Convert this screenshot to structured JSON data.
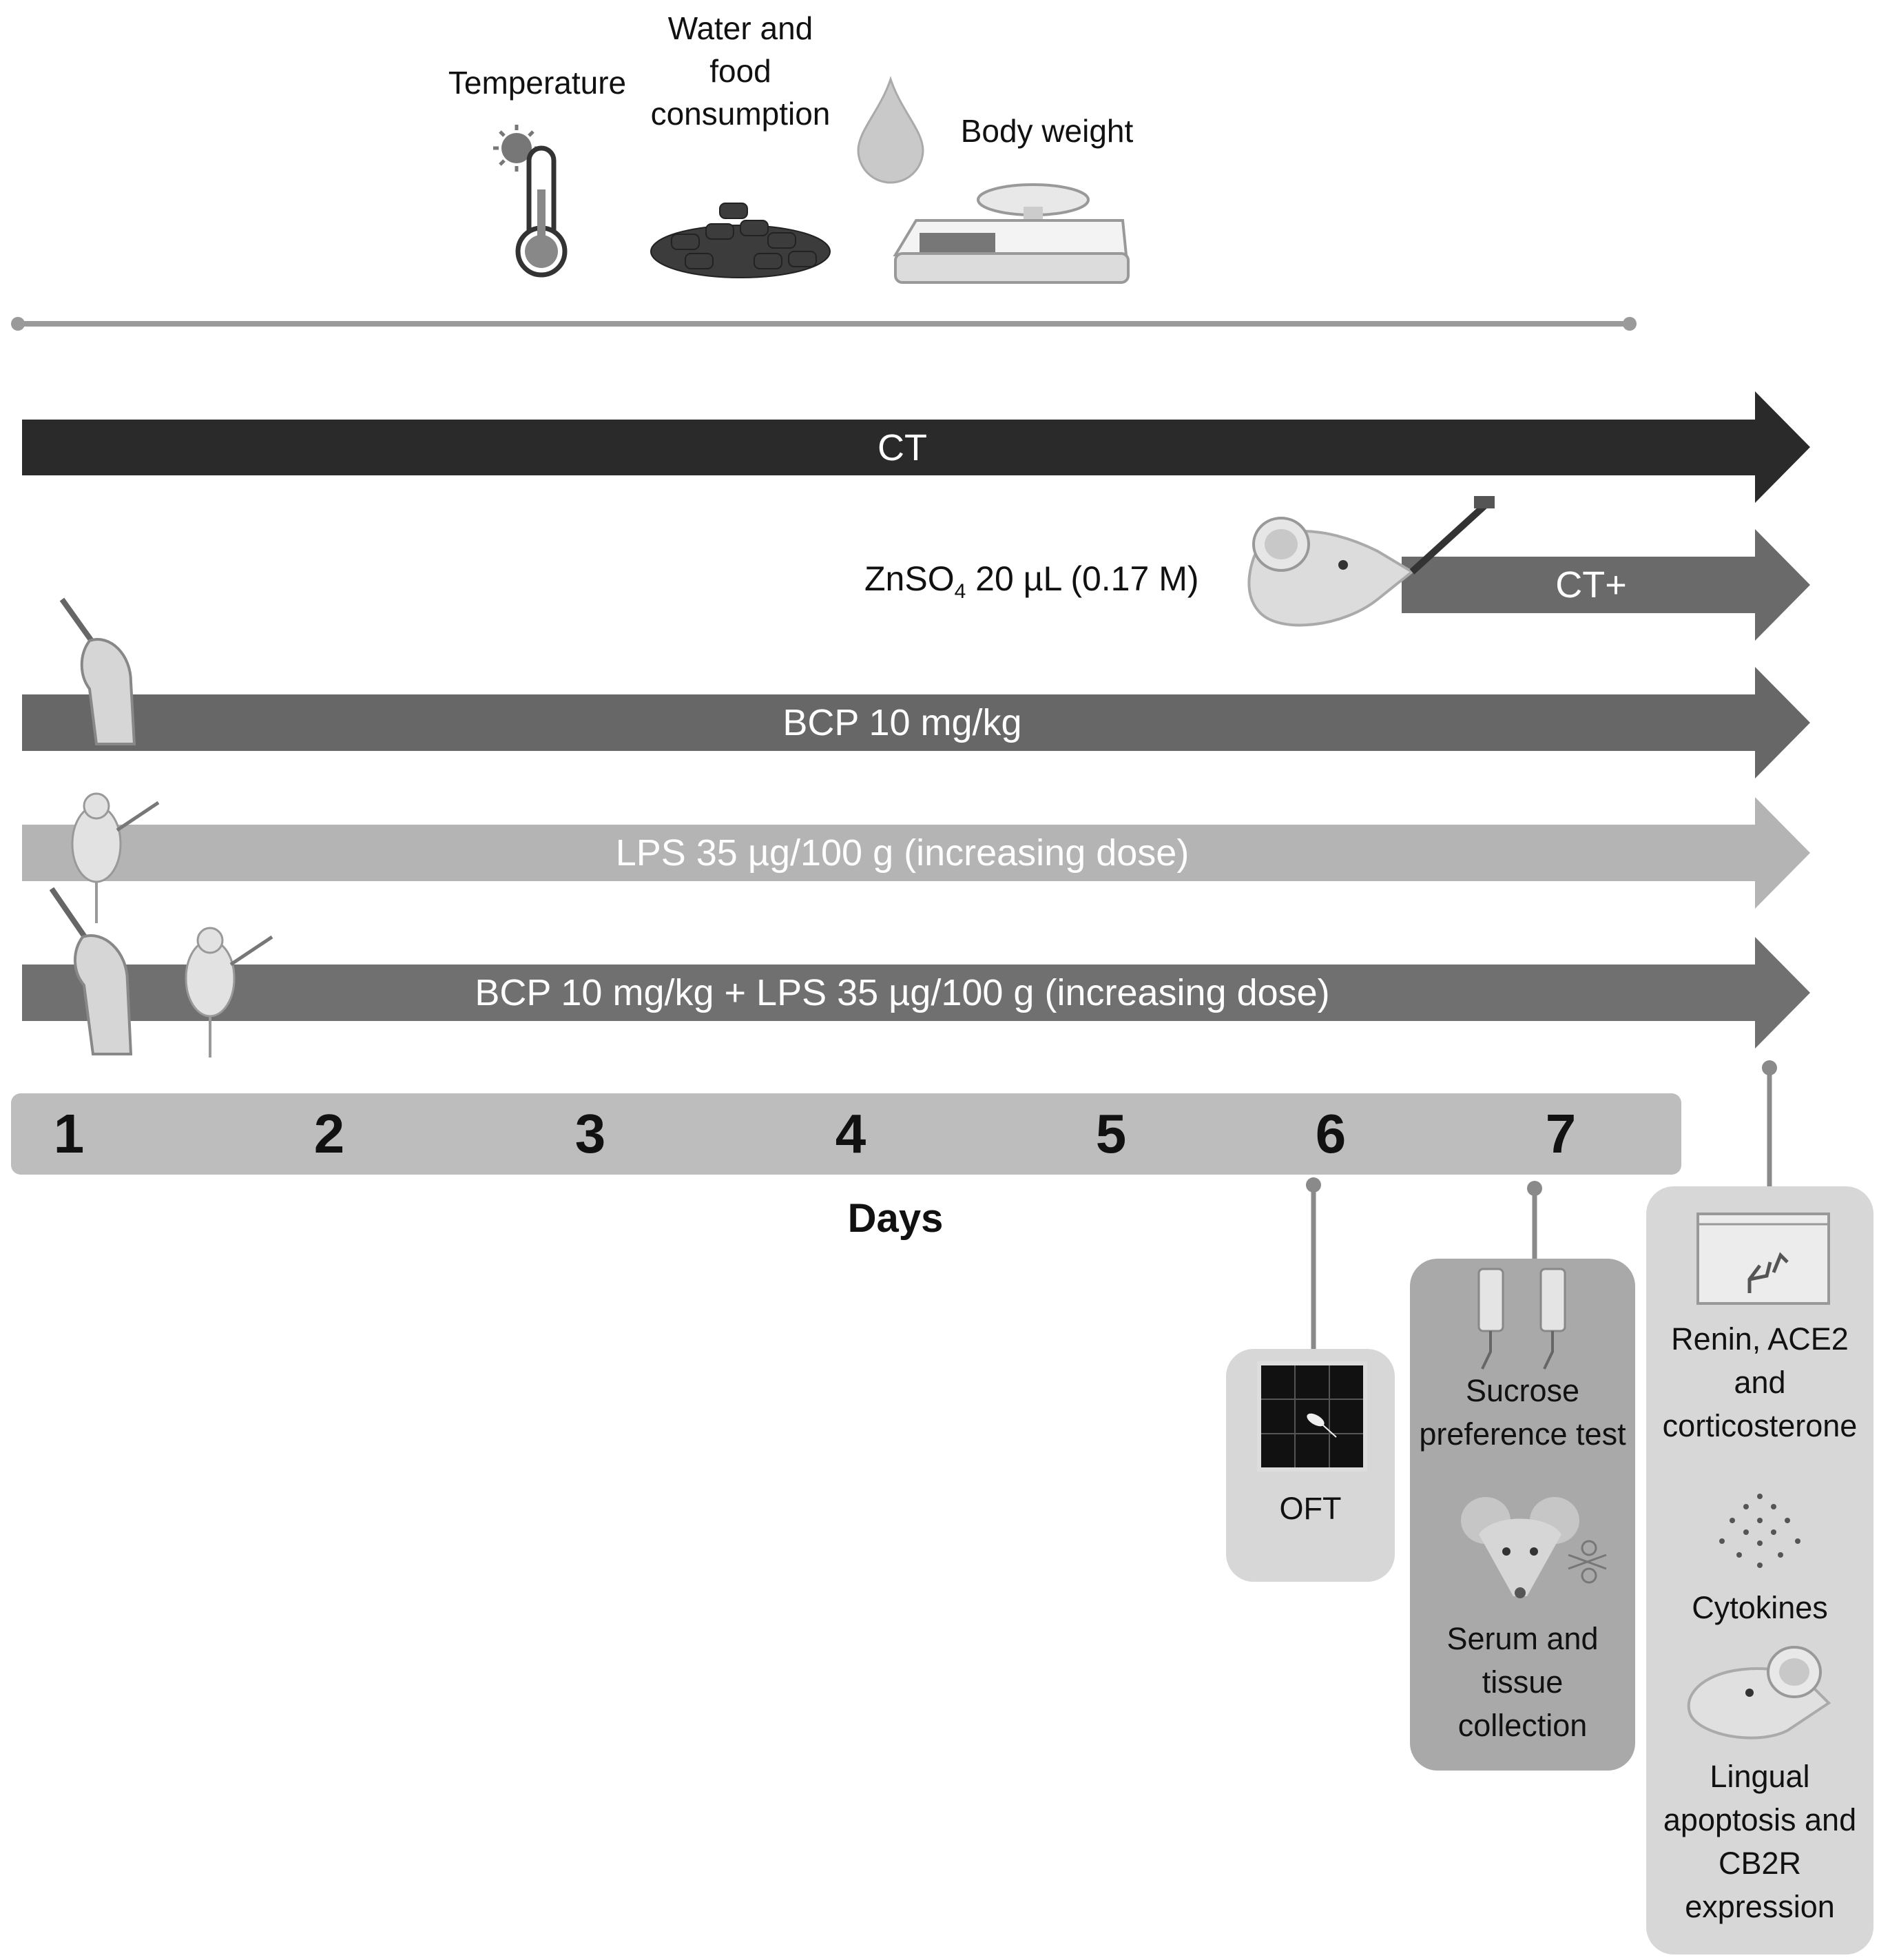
{
  "top_measures": {
    "temperature": "Temperature",
    "water_food": "Water and\nfood\nconsumption",
    "body_weight": "Body weight"
  },
  "groups": [
    {
      "label": "CT",
      "color": "#2a2a2a",
      "text_color": "#ffffff"
    },
    {
      "label": "CT+",
      "color": "#6a6a6a",
      "text_color": "#ffffff"
    },
    {
      "label": "BCP 10 mg/kg",
      "color": "#676767",
      "text_color": "#ffffff"
    },
    {
      "label": "LPS 35 µg/100 g (increasing dose)",
      "color": "#b4b4b4",
      "text_color": "#ffffff"
    },
    {
      "label": "BCP 10 mg/kg + LPS 35 µg/100 g (increasing dose)",
      "color": "#707070",
      "text_color": "#ffffff"
    }
  ],
  "znso4": {
    "prefix": "ZnSO",
    "sub": "4",
    "suffix": " 20 µL (0.17 M)"
  },
  "days": [
    "1",
    "2",
    "3",
    "4",
    "5",
    "6",
    "7"
  ],
  "days_label": "Days",
  "panels": {
    "oft": "OFT",
    "sucrose": "Sucrose\npreference test",
    "serum": "Serum and\ntissue\ncollection",
    "renin": "Renin, ACE2\nand\ncorticosterone",
    "cytokines": "Cytokines",
    "lingual": "Lingual\napoptosis and\nCB2R\nexpression"
  }
}
